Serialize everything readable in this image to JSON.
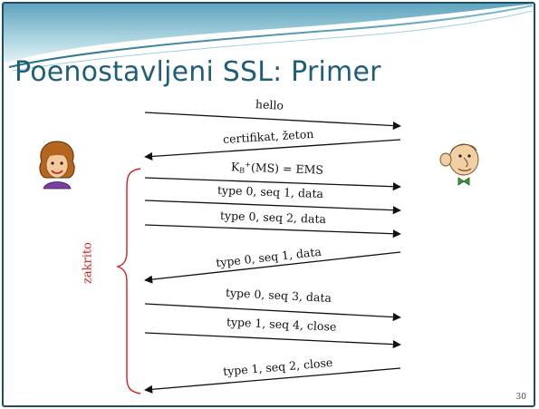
{
  "slide": {
    "title": "Poenostavljeni SSL: Primer",
    "page_number": "30",
    "closed_label": "zakrito",
    "accent_color": "#1f5e78",
    "closed_color": "#d42020"
  },
  "key_label": {
    "base": "K",
    "sub": "B",
    "sup": "+",
    "rest": "(MS) = EMS"
  },
  "messages": [
    "hello",
    "certifikat, žeton",
    "type 0, seq 1, data",
    "type 0, seq 2, data",
    "type 0, seq 1, data",
    "type 0, seq 3, data",
    "type 1, seq 4, close",
    "type 1, seq 2, close"
  ],
  "icons": {
    "left": "woman-face-icon",
    "right": "man-face-icon"
  }
}
